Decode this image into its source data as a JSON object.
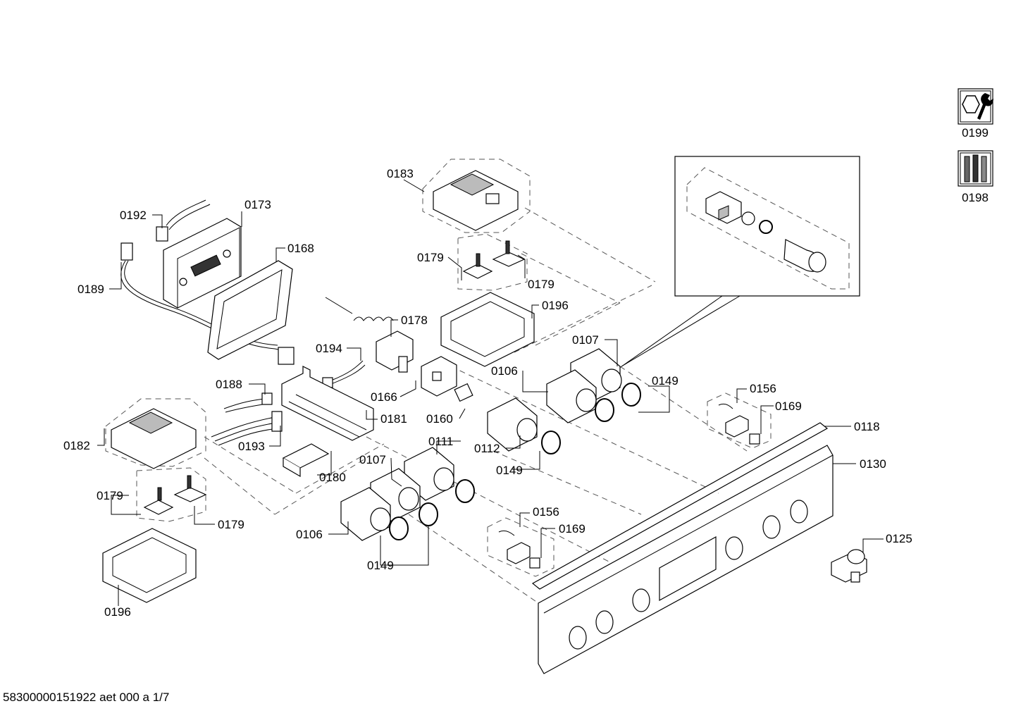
{
  "footer_code": "58300000151922 aet 000 a 1/7",
  "icons": {
    "tool_label": "0199",
    "screws_label": "0198"
  },
  "labels": {
    "l0192": "0192",
    "l0173": "0173",
    "l0168": "0168",
    "l0189": "0189",
    "l0183": "0183",
    "l0179a": "0179",
    "l0179b": "0179",
    "l0178": "0178",
    "l0196a": "0196",
    "l0194": "0194",
    "l0166": "0166",
    "l0188": "0188",
    "l0181": "0181",
    "l0160": "0160",
    "l0182": "0182",
    "l0193": "0193",
    "l0107a": "0107",
    "l0106a": "0106",
    "l0149a": "0149",
    "l0156a": "0156",
    "l0169a": "0169",
    "l0118": "0118",
    "l0112": "0112",
    "l0111": "0111",
    "l0149b": "0149",
    "l0130": "0130",
    "l0180": "0180",
    "l0107b": "0107",
    "l0179c": "0179",
    "l0179d": "0179",
    "l0106b": "0106",
    "l0156b": "0156",
    "l0169b": "0169",
    "l0125": "0125",
    "l0149c": "0149",
    "l0196b": "0196"
  }
}
